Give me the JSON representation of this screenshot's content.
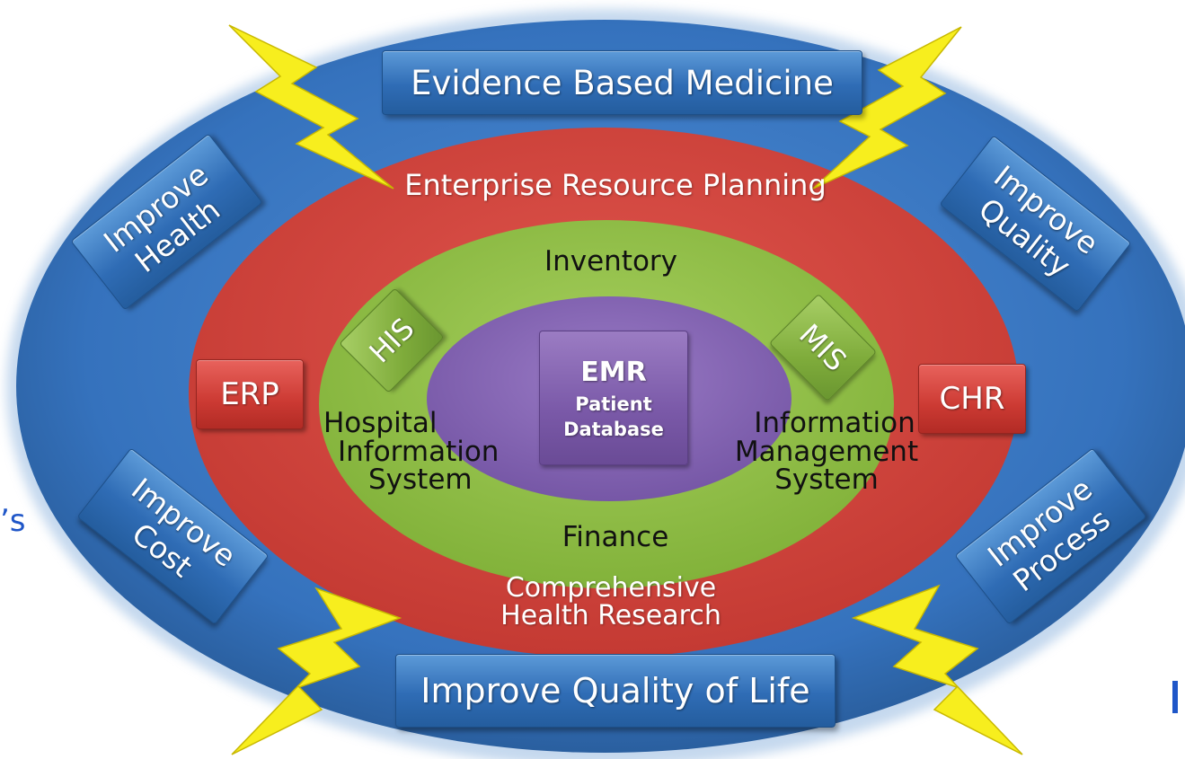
{
  "outer_ring": {
    "top_banner": "Evidence Based Medicine",
    "bottom_banner": "Improve Quality of Life",
    "improve_health": [
      "Improve",
      "Health"
    ],
    "improve_quality": [
      "Improve",
      "Quality"
    ],
    "improve_cost": [
      "Improve",
      "Cost"
    ],
    "improve_process": [
      "Improve",
      "Process"
    ],
    "left_edge_fragment": "’s"
  },
  "red_ring": {
    "top_label": "Enterprise Resource Planning",
    "bottom_label": [
      "Comprehensive",
      "Health Research"
    ],
    "left_box": "ERP",
    "right_box": "CHR"
  },
  "green_ring": {
    "top_label": "Inventory",
    "bottom_label": "Finance",
    "left_diamond": "HIS",
    "right_diamond": "MIS",
    "left_caption": [
      "Hospital",
      "Information",
      "System"
    ],
    "right_caption": [
      "Information",
      "Management",
      "System"
    ]
  },
  "core": {
    "title": "EMR",
    "subtitle": [
      "Patient",
      "Database"
    ]
  },
  "colors": {
    "outer_blue": "#3a78c2",
    "red": "#d6453e",
    "green": "#93c146",
    "purple": "#8a67b8",
    "bolt_yellow": "#f7ee1e",
    "label_blue": "#1f56c8"
  },
  "icons": [
    "lightning-bolt-icon"
  ]
}
